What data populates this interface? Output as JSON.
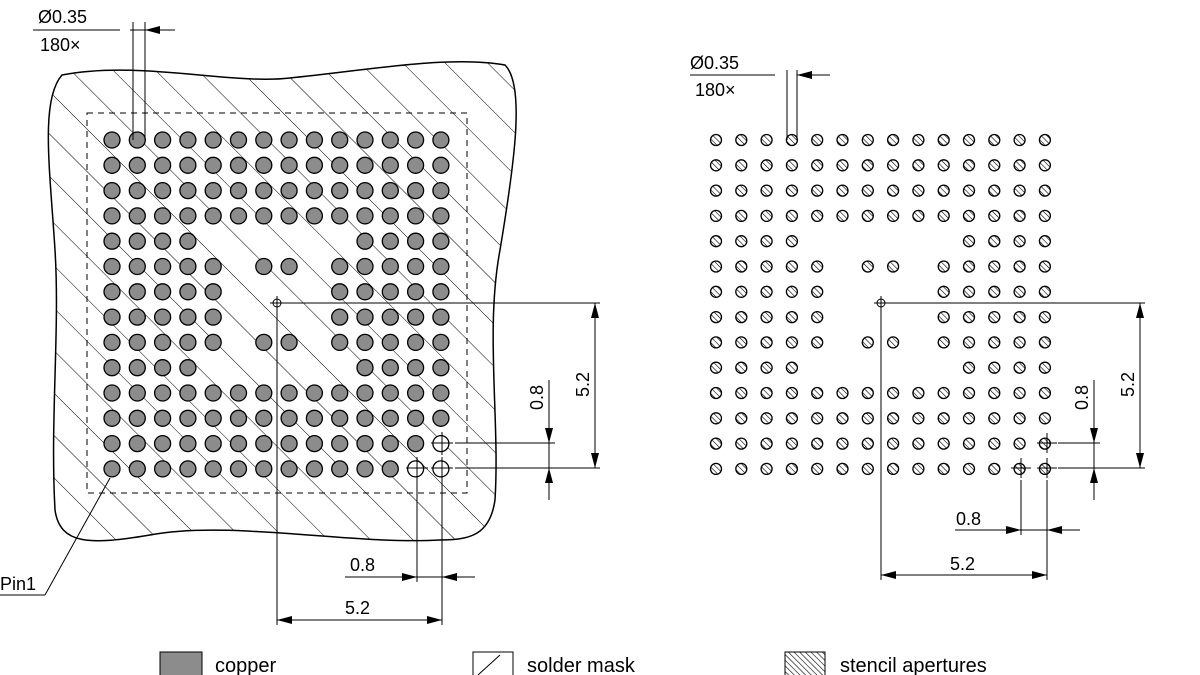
{
  "diagram": {
    "left_view": {
      "pad_spec": {
        "diameter": "Ø0.35",
        "count": "180×"
      },
      "pitch_label_horizontal": "0.8",
      "pitch_label_vertical": "0.8",
      "span_label_horizontal": "5.2",
      "span_label_vertical": "5.2",
      "pin1_label": "Pin1"
    },
    "right_view": {
      "pad_spec": {
        "diameter": "Ø0.35",
        "count": "180×"
      },
      "pitch_label_horizontal": "0.8",
      "pitch_label_vertical": "0.8",
      "span_label_horizontal": "5.2",
      "span_label_vertical": "5.2"
    },
    "grid": {
      "rows": 14,
      "cols": 14,
      "missing_pads": [
        [
          4,
          4
        ],
        [
          4,
          9
        ],
        [
          5,
          5
        ],
        [
          5,
          8
        ],
        [
          6,
          5
        ],
        [
          6,
          8
        ],
        [
          7,
          5
        ],
        [
          7,
          8
        ],
        [
          8,
          5
        ],
        [
          8,
          8
        ],
        [
          9,
          4
        ],
        [
          9,
          9
        ],
        [
          4,
          5
        ],
        [
          4,
          6
        ],
        [
          4,
          7
        ],
        [
          4,
          8
        ],
        [
          9,
          5
        ],
        [
          9,
          6
        ],
        [
          9,
          7
        ],
        [
          9,
          8
        ],
        [
          6,
          6
        ],
        [
          6,
          7
        ],
        [
          7,
          6
        ],
        [
          7,
          7
        ]
      ]
    },
    "legend": [
      {
        "label": "copper",
        "swatch": "copper"
      },
      {
        "label": "solder mask",
        "swatch": "mask"
      },
      {
        "label": "stencil apertures",
        "swatch": "stencil"
      }
    ],
    "colors": {
      "copper": "#8c8c8c",
      "line": "#000000",
      "background": "#ffffff"
    }
  }
}
